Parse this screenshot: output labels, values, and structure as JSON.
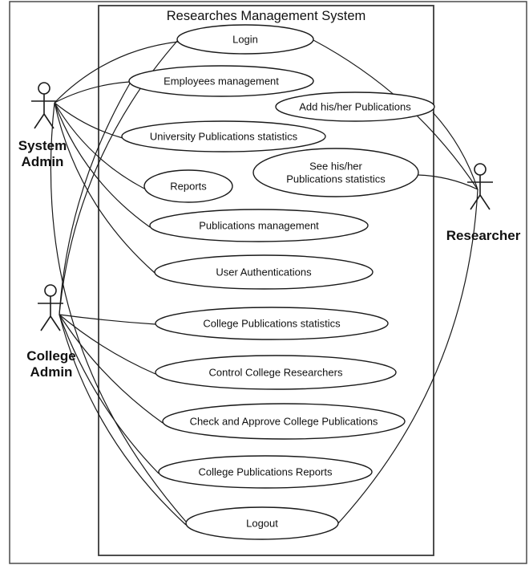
{
  "diagram": {
    "title": "Researches Management System",
    "actors": {
      "system_admin": [
        "System",
        "Admin"
      ],
      "college_admin": [
        "College",
        "Admin"
      ],
      "researcher": [
        "Researcher"
      ]
    },
    "use_cases": {
      "login": [
        "Login"
      ],
      "employees_management": [
        "Employees management"
      ],
      "add_publications": [
        "Add his/her Publications"
      ],
      "university_statistics": [
        "University Publications statistics"
      ],
      "see_statistics": [
        "See his/her",
        "Publications statistics"
      ],
      "reports": [
        "Reports"
      ],
      "publications_management": [
        "Publications management"
      ],
      "user_authentications": [
        "User Authentications"
      ],
      "college_statistics": [
        "College Publications statistics"
      ],
      "control_researchers": [
        "Control College Researchers"
      ],
      "check_approve": [
        "Check and Approve College Publications"
      ],
      "college_reports": [
        "College Publications Reports"
      ],
      "logout": [
        "Logout"
      ]
    }
  }
}
